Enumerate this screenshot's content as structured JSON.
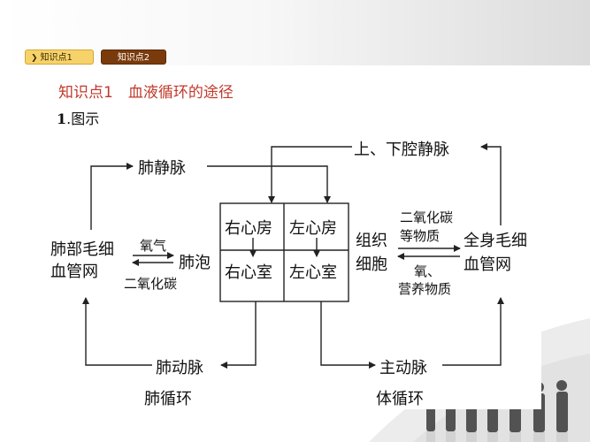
{
  "tabs": {
    "tab1": "知识点1",
    "tab2": "知识点2"
  },
  "section_title": "知识点1　血液循环的途径",
  "sub_title": {
    "num": "1",
    "text": ".图示"
  },
  "diagram": {
    "pulmonary_vein": "肺静脉",
    "vena_cava": "上、下腔静脉",
    "lung_capillary_line1": "肺部毛细",
    "lung_capillary_line2": "血管网",
    "oxygen": "氧气",
    "co2": "二氧化碳",
    "alveoli": "肺泡",
    "right_atrium": "右心房",
    "left_atrium": "左心房",
    "right_ventricle": "右心室",
    "left_ventricle": "左心室",
    "tissue_line1": "组织",
    "tissue_line2": "细胞",
    "co2_etc_line1": "二氧化碳",
    "co2_etc_line2": "等物质",
    "oxygen_nutrients_line1": "氧、",
    "oxygen_nutrients_line2": "营养物质",
    "body_capillary_line1": "全身毛细",
    "body_capillary_line2": "血管网",
    "pulmonary_artery": "肺动脉",
    "aorta": "主动脉",
    "pulmonary_circulation": "肺循环",
    "systemic_circulation": "体循环"
  }
}
